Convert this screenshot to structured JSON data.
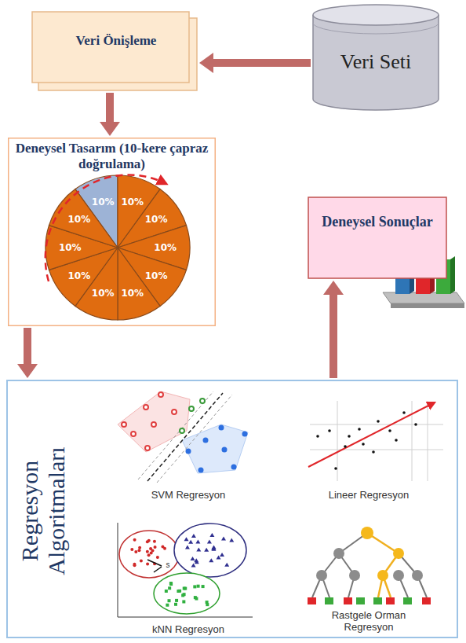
{
  "diagram": {
    "nodes": [
      {
        "text": [
          "Veri Önişleme"
        ]
      },
      {
        "text": [
          "Veri Seti"
        ]
      },
      {
        "text": [
          "Deneysel Tasarım (10-kere çapraz doğrulama)"
        ]
      },
      {
        "text": [
          "Deneysel Sonuçlar"
        ]
      },
      {
        "text": [
          "Regresyon Algoritmaları"
        ]
      }
    ],
    "edges": [
      {
        "from": 1,
        "to": 0,
        "arrow": "to"
      },
      {
        "from": 0,
        "to": 2,
        "arrow": "to"
      },
      {
        "from": 2,
        "to": 4,
        "arrow": "to"
      },
      {
        "from": 4,
        "to": 3,
        "arrow": "to"
      }
    ],
    "labels": [
      "10%",
      "10%",
      "10%",
      "10%",
      "10%",
      "10%",
      "10%",
      "10%",
      "10%",
      "10%",
      "SVM Regresyon",
      "Lineer Regresyon",
      "kNN Regresyon",
      "Rastgele Orman Regresyon",
      "s"
    ]
  }
}
